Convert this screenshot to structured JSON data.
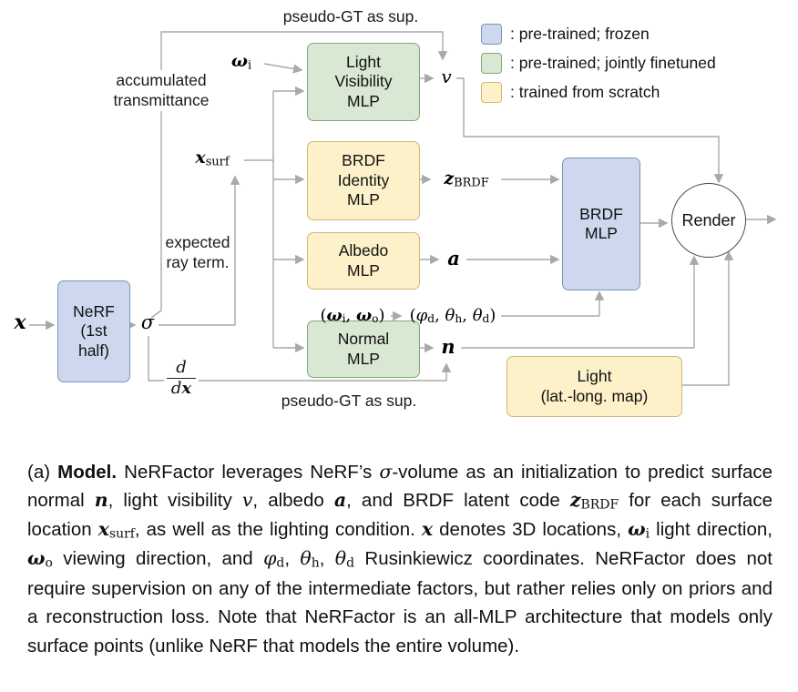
{
  "legend": {
    "items": [
      {
        "label": ": pre-trained; frozen",
        "color": "#cdd8ee",
        "border": "#7e90c0"
      },
      {
        "label": ": pre-trained; jointly finetuned",
        "color": "#d9e8d2",
        "border": "#83a878"
      },
      {
        "label": ": trained from scratch",
        "color": "#fdf1c9",
        "border": "#d2b878"
      }
    ]
  },
  "diagram": {
    "arrow_color": "#a9a9a9",
    "labels": {
      "pseudo_top": "pseudo-GT as sup.",
      "pseudo_bottom": "pseudo-GT as sup.",
      "acc_trans": "accumulated\ntransmittance",
      "expected": "expected\nray term."
    },
    "boxes": {
      "nerf": {
        "label": "NeRF\n(1st\nhalf)",
        "type": "frozen"
      },
      "light_visibility": {
        "label": "Light\nVisibility\nMLP",
        "type": "finetuned"
      },
      "brdf_identity": {
        "label": "BRDF\nIdentity\nMLP",
        "type": "scratch"
      },
      "albedo": {
        "label": "Albedo\nMLP",
        "type": "scratch"
      },
      "normal": {
        "label": "Normal\nMLP",
        "type": "finetuned"
      },
      "brdf": {
        "label": "BRDF\nMLP",
        "type": "frozen"
      },
      "light": {
        "label": "Light\n(lat.-long. map)",
        "type": "scratch"
      },
      "render": {
        "label": "Render"
      }
    },
    "math": {
      "x_in": [
        {
          "t": "x",
          "cls": "bi"
        }
      ],
      "sigma": [
        {
          "t": "σ",
          "cls": "i"
        }
      ],
      "omega_i": [
        {
          "t": "ω",
          "cls": "bi"
        },
        {
          "t": "i",
          "cls": "sub"
        }
      ],
      "x_surf": [
        {
          "t": "x",
          "cls": "bi"
        },
        {
          "t": "surf",
          "cls": "sub"
        }
      ],
      "v_out": [
        {
          "t": "v",
          "cls": "i"
        }
      ],
      "z_brdf": [
        {
          "t": "z",
          "cls": "bi"
        },
        {
          "t": "BRDF",
          "cls": "sub"
        }
      ],
      "a_out": [
        {
          "t": "a",
          "cls": "bi"
        }
      ],
      "n_out": [
        {
          "t": "n",
          "cls": "bi"
        }
      ],
      "omega_pair": [
        {
          "t": "("
        },
        {
          "t": "ω",
          "cls": "bi"
        },
        {
          "t": "i",
          "cls": "sub"
        },
        {
          "t": ", "
        },
        {
          "t": "ω",
          "cls": "bi"
        },
        {
          "t": "o",
          "cls": "sub"
        },
        {
          "t": ")"
        }
      ],
      "rusin": [
        {
          "t": "("
        },
        {
          "t": "φ",
          "cls": "i"
        },
        {
          "t": "d",
          "cls": "sub"
        },
        {
          "t": ", "
        },
        {
          "t": "θ",
          "cls": "i"
        },
        {
          "t": "h",
          "cls": "sub"
        },
        {
          "t": ", "
        },
        {
          "t": "θ",
          "cls": "i"
        },
        {
          "t": "d",
          "cls": "sub"
        },
        {
          "t": ")"
        }
      ],
      "deriv_num": [
        {
          "t": "d",
          "cls": "i"
        }
      ],
      "deriv_den": [
        {
          "t": "d",
          "cls": "i"
        },
        {
          "t": "x",
          "cls": "bi"
        }
      ]
    }
  },
  "caption": {
    "segments": [
      {
        "t": "(a) "
      },
      {
        "t": "Model.",
        "cls": "b"
      },
      {
        "t": " NeRFactor leverages NeRF’s "
      },
      {
        "t": "σ",
        "cls": "i"
      },
      {
        "t": "-volume as an initialization to predict surface normal "
      },
      {
        "t": "n",
        "cls": "bi"
      },
      {
        "t": ", light visibility "
      },
      {
        "t": "v",
        "cls": "i"
      },
      {
        "t": ", albedo "
      },
      {
        "t": "a",
        "cls": "bi"
      },
      {
        "t": ", and BRDF latent code "
      },
      {
        "t": "z",
        "cls": "bi"
      },
      {
        "t": "BRDF",
        "cls": "sub"
      },
      {
        "t": " for each surface location "
      },
      {
        "t": "x",
        "cls": "bi"
      },
      {
        "t": "surf",
        "cls": "sub"
      },
      {
        "t": ", as well as the lighting condition. "
      },
      {
        "t": "x",
        "cls": "bi"
      },
      {
        "t": " denotes 3D locations, "
      },
      {
        "t": "ω",
        "cls": "bi"
      },
      {
        "t": "i",
        "cls": "sub"
      },
      {
        "t": " light direction, "
      },
      {
        "t": "ω",
        "cls": "bi"
      },
      {
        "t": "o",
        "cls": "sub"
      },
      {
        "t": " viewing direction, and "
      },
      {
        "t": "φ",
        "cls": "i"
      },
      {
        "t": "d",
        "cls": "sub"
      },
      {
        "t": ", "
      },
      {
        "t": "θ",
        "cls": "i"
      },
      {
        "t": "h",
        "cls": "sub"
      },
      {
        "t": ", "
      },
      {
        "t": "θ",
        "cls": "i"
      },
      {
        "t": "d",
        "cls": "sub"
      },
      {
        "t": " Rusinkiewicz coordinates. NeRFactor does not require supervision on any of the intermediate factors, but rather relies only on priors and a reconstruction loss. Note that NeRFactor is an all-MLP architecture that models only surface points (unlike NeRF that models the entire volume)."
      }
    ]
  }
}
